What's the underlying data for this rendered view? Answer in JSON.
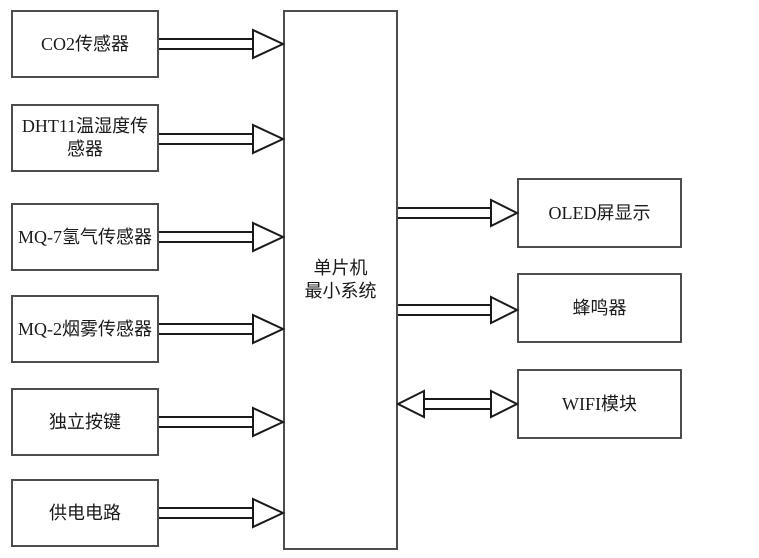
{
  "diagram": {
    "center_node": {
      "id": "mcu",
      "label_lines": [
        "单片机",
        "最小系统"
      ]
    },
    "left_nodes": [
      {
        "id": "co2",
        "label": "CO2传感器"
      },
      {
        "id": "dht11",
        "label": "DHT11温湿度传感器"
      },
      {
        "id": "mq7",
        "label": "MQ-7氢气传感器"
      },
      {
        "id": "mq2",
        "label": "MQ-2烟雾传感器"
      },
      {
        "id": "key",
        "label": "独立按键"
      },
      {
        "id": "power",
        "label": "供电电路"
      }
    ],
    "right_nodes": [
      {
        "id": "oled",
        "label": "OLED屏显示"
      },
      {
        "id": "buzzer",
        "label": "蜂鸣器"
      },
      {
        "id": "wifi",
        "label": "WIFI模块"
      }
    ],
    "edges": [
      {
        "from": "co2",
        "to": "mcu",
        "direction": "one-way"
      },
      {
        "from": "dht11",
        "to": "mcu",
        "direction": "one-way"
      },
      {
        "from": "mq7",
        "to": "mcu",
        "direction": "one-way"
      },
      {
        "from": "mq2",
        "to": "mcu",
        "direction": "one-way"
      },
      {
        "from": "key",
        "to": "mcu",
        "direction": "one-way"
      },
      {
        "from": "power",
        "to": "mcu",
        "direction": "one-way"
      },
      {
        "from": "mcu",
        "to": "oled",
        "direction": "one-way"
      },
      {
        "from": "mcu",
        "to": "buzzer",
        "direction": "one-way"
      },
      {
        "from": "mcu",
        "to": "wifi",
        "direction": "two-way"
      }
    ],
    "colors": {
      "background": "#ffffff",
      "box_border": "#4d4d4d",
      "arrow_stroke": "#1a1a1a",
      "text": "#1a1a1a"
    }
  }
}
